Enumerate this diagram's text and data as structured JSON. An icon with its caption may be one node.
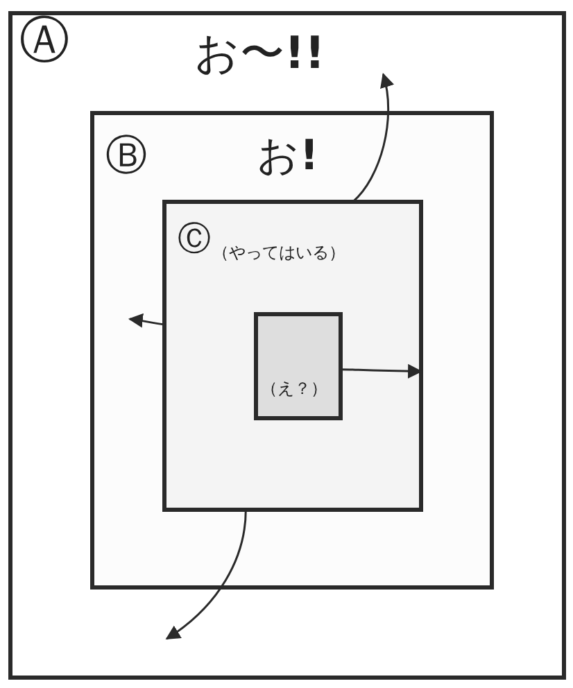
{
  "diagram": {
    "nodes": [
      {
        "text": [
          "Ⓐ",
          "お〜**!!**"
        ]
      },
      {
        "text": [
          "Ⓑ",
          "お**!**"
        ],
        "in": 0
      },
      {
        "text": [
          "Ⓒ",
          "（やってはいる）"
        ],
        "in": 1
      },
      {
        "text": [
          "（え？）"
        ],
        "in": 2
      }
    ],
    "edges": [
      {
        "from": 2,
        "to": null,
        "arrow": "to"
      },
      {
        "from": 2,
        "to": null,
        "arrow": "to"
      },
      {
        "from": 3,
        "to": 2,
        "arrow": "to"
      },
      {
        "from": 2,
        "to": null,
        "arrow": "to"
      }
    ]
  }
}
